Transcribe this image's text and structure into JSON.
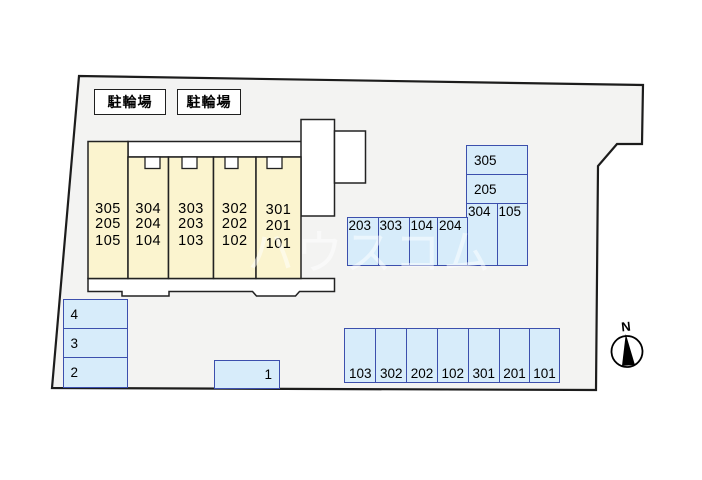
{
  "site": {
    "bicycle_boxes": [
      {
        "label": "駐輪場"
      },
      {
        "label": "駐輪場"
      }
    ]
  },
  "building": {
    "units": [
      {
        "lines": [
          "305",
          "205",
          "105"
        ]
      },
      {
        "lines": [
          "304",
          "204",
          "104"
        ]
      },
      {
        "lines": [
          "303",
          "203",
          "103"
        ]
      },
      {
        "lines": [
          "302",
          "202",
          "102"
        ]
      },
      {
        "lines": [
          "301",
          "201",
          "101"
        ]
      }
    ]
  },
  "parking": {
    "right_cluster": {
      "horizontal_stalls": [
        {
          "label": "305"
        },
        {
          "label": "205"
        }
      ],
      "vertical_pair": [
        {
          "label": "304"
        },
        {
          "label": "105"
        }
      ],
      "middle_row": [
        {
          "label": "203"
        },
        {
          "label": "303"
        },
        {
          "label": "104"
        },
        {
          "label": "204"
        }
      ]
    },
    "bottom_row": [
      {
        "label": "103"
      },
      {
        "label": "302"
      },
      {
        "label": "202"
      },
      {
        "label": "102"
      },
      {
        "label": "301"
      },
      {
        "label": "201"
      },
      {
        "label": "101"
      }
    ],
    "left_column": [
      {
        "label": "4"
      },
      {
        "label": "3"
      },
      {
        "label": "2"
      }
    ],
    "single_stall": {
      "label": "1"
    }
  },
  "compass": {
    "label": "N"
  },
  "watermark": {
    "text": "ハウスコム"
  },
  "colors": {
    "site_fill": "#f3f3f2",
    "site_border": "#1c1c1c",
    "building_fill": "#fbf4cf",
    "building_border": "#222222",
    "stall_fill": "#d7ecfa",
    "stall_border": "#3c4fad"
  }
}
